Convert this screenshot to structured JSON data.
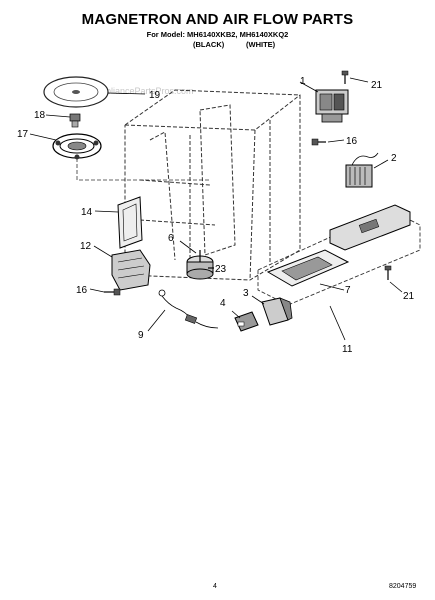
{
  "title": "MAGNETRON AND AIR FLOW PARTS",
  "subtitle": "For Model: MH6140XKB2, MH6140XKQ2",
  "colors": [
    "(BLACK)",
    "(WHITE)"
  ],
  "watermark": "AppliancePartsPros.com",
  "callouts": {
    "1": "1",
    "2": "2",
    "3": "3",
    "4": "4",
    "6": "6",
    "7": "7",
    "9": "9",
    "11": "11",
    "12": "12",
    "14": "14",
    "16": "16",
    "17": "17",
    "18": "18",
    "19": "19",
    "21": "21",
    "23": "23"
  },
  "page_number": "4",
  "document_number": "8204759"
}
